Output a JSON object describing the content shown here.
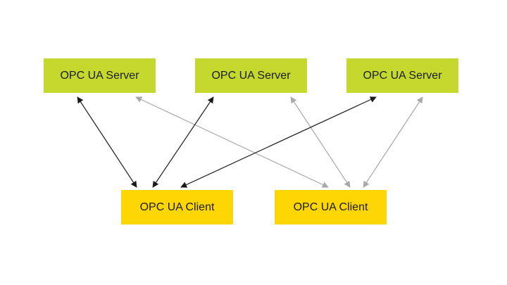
{
  "colors": {
    "server_fill": "#c5d82e",
    "client_fill": "#fdd603",
    "primary_link": "#1a1a1a",
    "secondary_link": "#a8a8a8"
  },
  "servers": [
    {
      "label": "OPC UA Server"
    },
    {
      "label": "OPC UA Server"
    },
    {
      "label": "OPC UA Server"
    }
  ],
  "clients": [
    {
      "label": "OPC UA Client"
    },
    {
      "label": "OPC UA Client"
    }
  ],
  "connections": [
    {
      "client": 0,
      "server": 0,
      "style": "primary",
      "direction": "bidirectional"
    },
    {
      "client": 0,
      "server": 1,
      "style": "primary",
      "direction": "bidirectional"
    },
    {
      "client": 0,
      "server": 2,
      "style": "primary",
      "direction": "bidirectional"
    },
    {
      "client": 1,
      "server": 0,
      "style": "secondary",
      "direction": "bidirectional"
    },
    {
      "client": 1,
      "server": 1,
      "style": "secondary",
      "direction": "bidirectional"
    },
    {
      "client": 1,
      "server": 2,
      "style": "secondary",
      "direction": "bidirectional"
    }
  ]
}
